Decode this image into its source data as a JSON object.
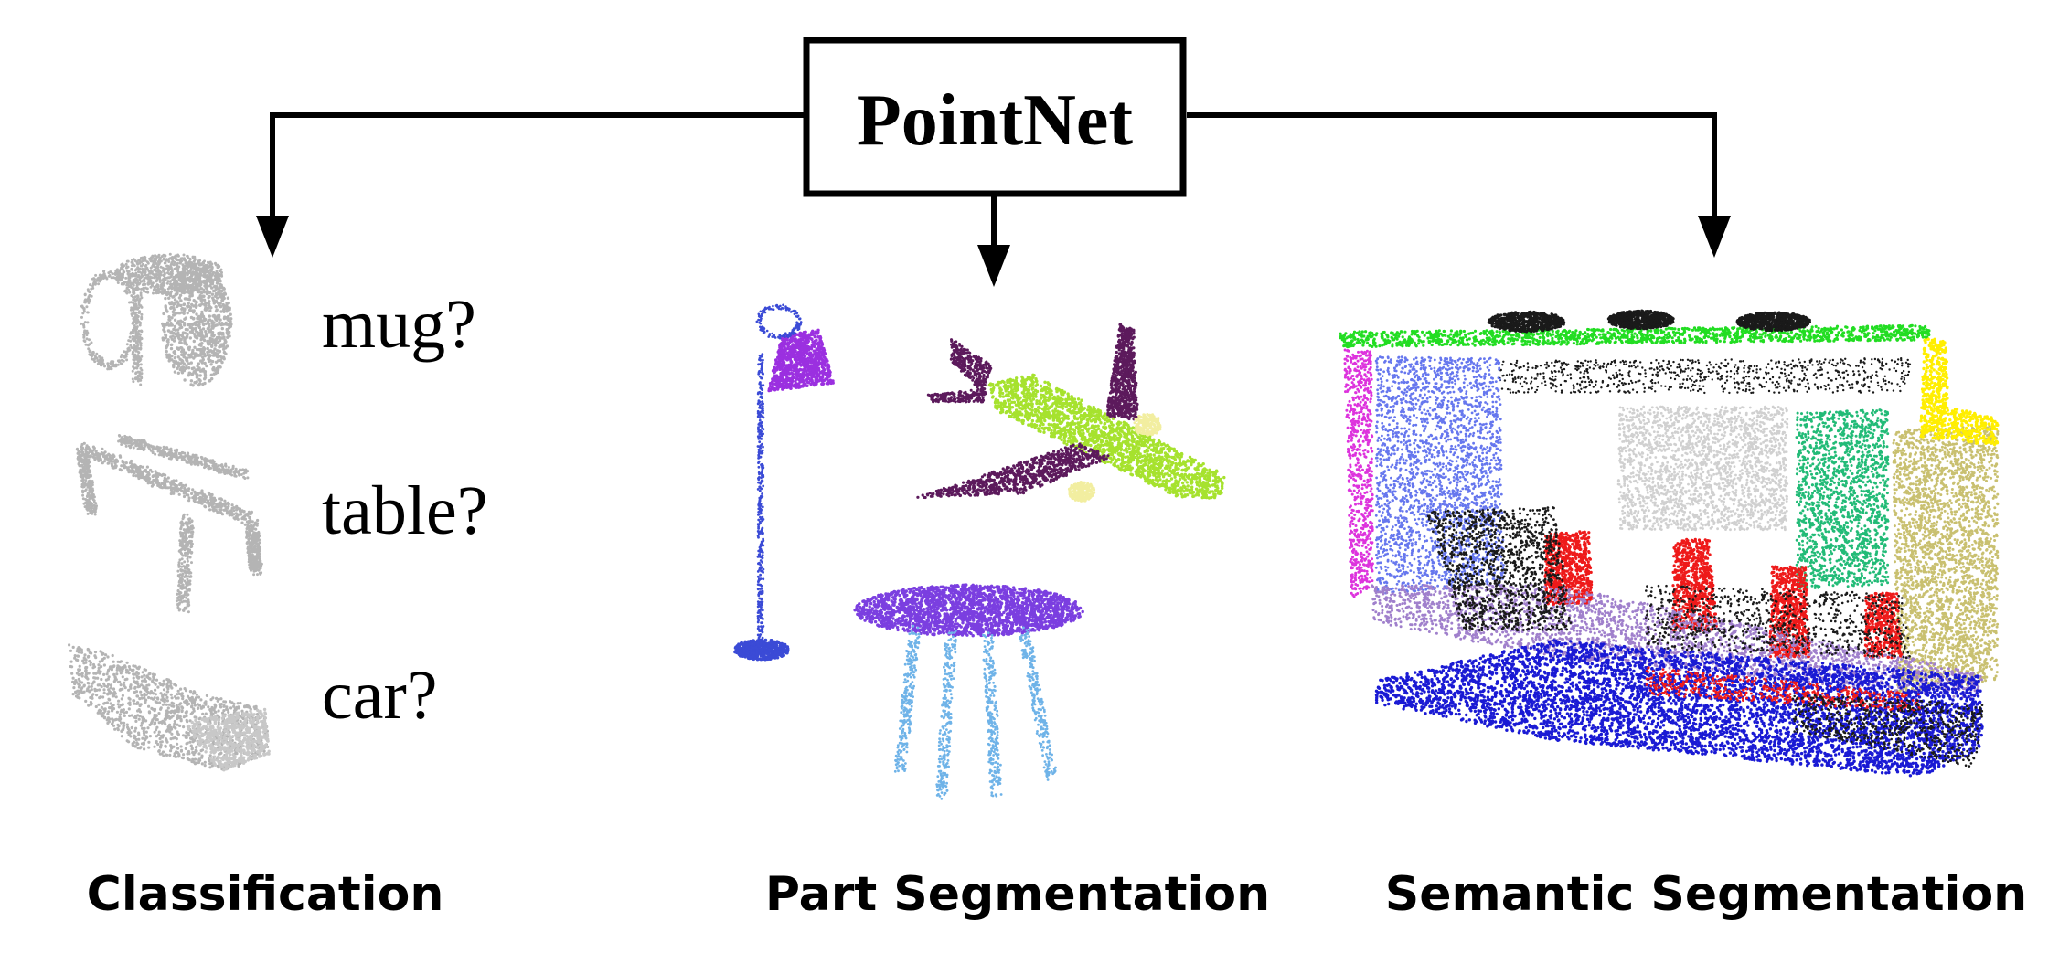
{
  "diagram": {
    "root": {
      "label": "PointNet"
    },
    "branches": [
      {
        "id": "classification",
        "title": "Classification",
        "labels": [
          "mug?",
          "table?",
          "car?"
        ]
      },
      {
        "id": "part-segmentation",
        "title": "Part Segmentation"
      },
      {
        "id": "semantic-segmentation",
        "title": "Semantic Segmentation"
      }
    ]
  },
  "colors": {
    "classification_points": "#b4b4b4",
    "lamp_shade": "#9b30e0",
    "lamp_stand": "#3b4bd6",
    "airplane_body": "#a6e22e",
    "airplane_wings": "#5c1a5c",
    "airplane_engines": "#f2eea0",
    "table_top": "#7b3fe0",
    "table_legs": "#6fb3e8",
    "scene_ceiling": "#22dd22",
    "scene_wall_left": "#dd33dd",
    "scene_wall_blue": "#6677ee",
    "scene_board": "#d0d0d0",
    "scene_door": "#22bb77",
    "scene_wall_right": "#c9c070",
    "scene_corner": "#ffee00",
    "scene_chairs": "#ee1a1a",
    "scene_table": "#a080cc",
    "scene_floor": "#1a1ad4",
    "scene_clutter": "#1a1a1a"
  }
}
